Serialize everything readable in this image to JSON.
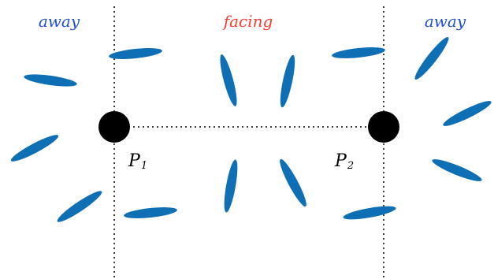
{
  "regions": {
    "left": "away",
    "middle": "facing",
    "right": "away"
  },
  "points": {
    "p1": {
      "symbol": "P",
      "subscript": "1"
    },
    "p2": {
      "symbol": "P",
      "subscript": "2"
    }
  },
  "colors": {
    "away_text": "#1f4fd6",
    "facing_text": "#ff3b2f",
    "ellipse": "#0f6fb5",
    "point": "#000000",
    "line": "#000000"
  }
}
